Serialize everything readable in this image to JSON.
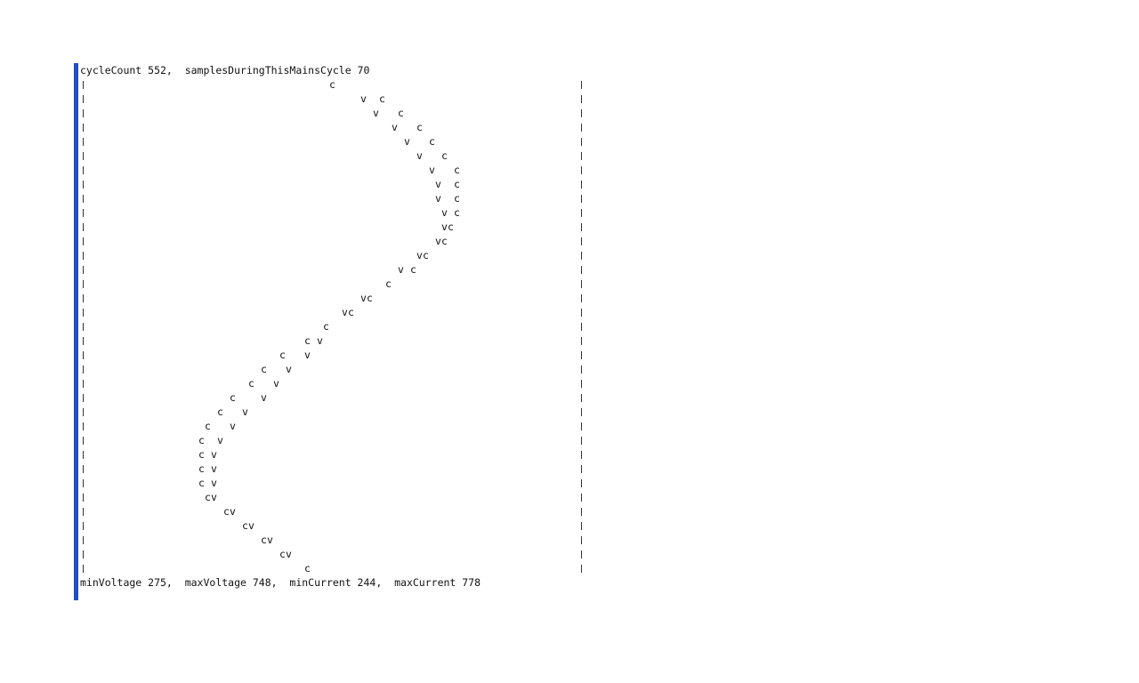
{
  "header_text": "cycleCount 552,  samplesDuringThisMainsCycle 70",
  "footer_text": "minVoltage 275,  maxVoltage 748,  minCurrent 244,  maxCurrent 778",
  "plot": {
    "voltage_char": "v",
    "current_char": "c",
    "rows": [
      {
        "v": null,
        "c": 40
      },
      {
        "v": 45,
        "c": 48
      },
      {
        "v": 47,
        "c": 51
      },
      {
        "v": 50,
        "c": 54
      },
      {
        "v": 52,
        "c": 56
      },
      {
        "v": 54,
        "c": 58
      },
      {
        "v": 56,
        "c": 60
      },
      {
        "v": 57,
        "c": 60
      },
      {
        "v": 57,
        "c": 60
      },
      {
        "v": 58,
        "c": 60
      },
      {
        "v": 58,
        "c": 59
      },
      {
        "v": 57,
        "c": 58
      },
      {
        "v": 54,
        "c": 55
      },
      {
        "v": 51,
        "c": 53
      },
      {
        "v": null,
        "c": 49
      },
      {
        "v": 45,
        "c": 46
      },
      {
        "v": 42,
        "c": 43
      },
      {
        "v": null,
        "c": 39
      },
      {
        "v": 38,
        "c": 36
      },
      {
        "v": 36,
        "c": 32
      },
      {
        "v": 33,
        "c": 29
      },
      {
        "v": 31,
        "c": 27
      },
      {
        "v": 29,
        "c": 24
      },
      {
        "v": 26,
        "c": 22
      },
      {
        "v": 24,
        "c": 20
      },
      {
        "v": 22,
        "c": 19
      },
      {
        "v": 21,
        "c": 19
      },
      {
        "v": 21,
        "c": 19
      },
      {
        "v": 21,
        "c": 19
      },
      {
        "v": 21,
        "c": 20
      },
      {
        "v": 24,
        "c": 23
      },
      {
        "v": 27,
        "c": 26
      },
      {
        "v": 30,
        "c": 29
      },
      {
        "v": 33,
        "c": 32
      },
      {
        "v": null,
        "c": 36
      }
    ]
  },
  "colors": {
    "accent_bar": "#1f4fc6",
    "text": "#111111"
  }
}
